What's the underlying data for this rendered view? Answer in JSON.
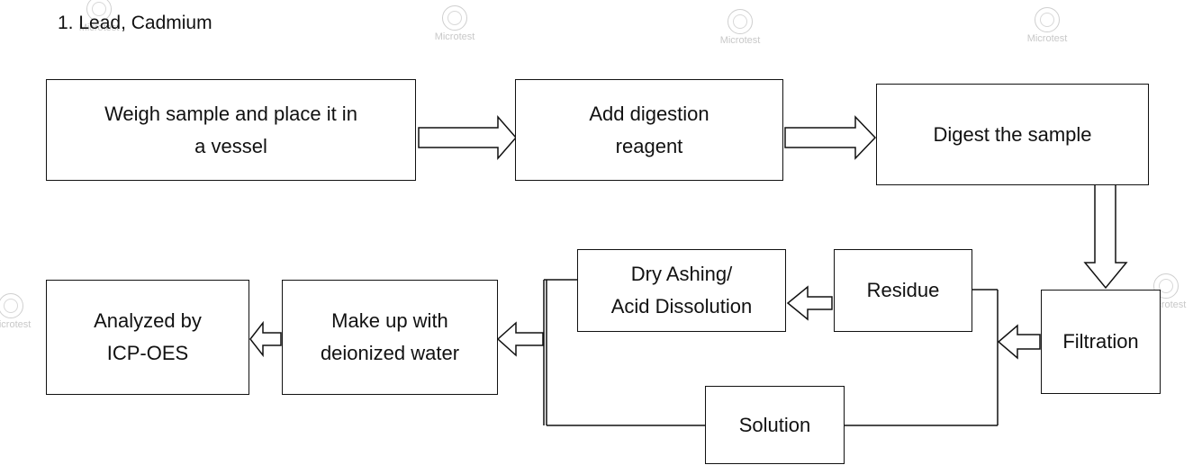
{
  "heading": "1.   Lead, Cadmium",
  "watermark": "Microtest",
  "steps": {
    "weigh": "Weigh sample and place it in\na vessel",
    "add_reagent": "Add digestion\nreagent",
    "digest": "Digest the sample",
    "filtration": "Filtration",
    "residue": "Residue",
    "dry_ashing": "Dry Ashing/\nAcid Dissolution",
    "solution": "Solution",
    "make_up": "Make up with\ndeionized water",
    "analyze": "Analyzed by\nICP-OES"
  }
}
